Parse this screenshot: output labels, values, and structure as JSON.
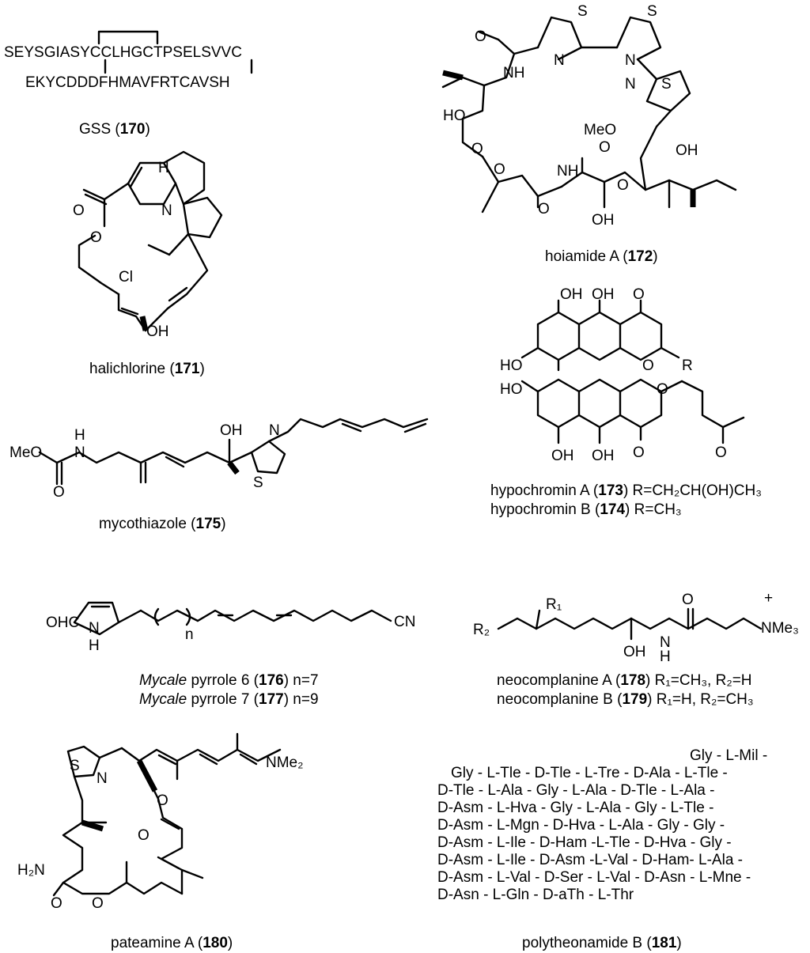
{
  "compounds": {
    "c170": {
      "seq1": "SEYSGIASYCCLHGCTPSELSVVC",
      "seq2": "EKYCDDDFHMAVFRTCAVSH",
      "name": "GSS (",
      "num": "170",
      "close": ")"
    },
    "c171": {
      "name": "halichlorine (",
      "num": "171",
      "close": ")"
    },
    "c172": {
      "name": "hoiamide A  (",
      "num": "172",
      "close": ")"
    },
    "c173": {
      "name": "hypochromin A (",
      "num": "173",
      "rest": ") R=CH₂CH(OH)CH₃"
    },
    "c174": {
      "name": "hypochromin B (",
      "num": "174",
      "rest": ") R=CH₃"
    },
    "c175": {
      "name": "mycothiazole (",
      "num": "175",
      "close": ")"
    },
    "c176": {
      "italic": "Mycale",
      "name": " pyrrole 6 (",
      "num": "176",
      "rest": ") n=7"
    },
    "c177": {
      "italic": "Mycale",
      "name": " pyrrole 7 (",
      "num": "177",
      "rest": ") n=9"
    },
    "c178": {
      "name": "neocomplanine A (",
      "num": "178",
      "rest": ") R₁=CH₃, R₂=H"
    },
    "c179": {
      "name": "neocomplanine B (",
      "num": "179",
      "rest": ") R₁=H, R₂=CH₃"
    },
    "c180": {
      "name": "pateamine A (",
      "num": "180",
      "close": ")"
    },
    "c181": {
      "name": "polytheonamide B (",
      "num": "181",
      "close": ")",
      "lines": [
        "Gly - L-Mil -",
        "Gly -  L-Tle -   D-Tle -  L-Tre - D-Ala -  L-Tle -",
        "D-Tle -  L-Ala -     Gly -  L-Ala - D-Tle -  L-Ala -",
        "D-Asm - L-Hva -    Gly -  L-Ala -   Gly -  L-Tle -",
        "D-Asm - L-Mgn - D-Hva - L-Ala -  Gly -   Gly -",
        "D-Asm - L-Ile -    D-Ham -L-Tle - D-Hva -  Gly -",
        "D-Asm - L-Ile -     D-Asm -L-Val - D-Ham- L-Ala -",
        "D-Asm - L-Val -   D-Ser -  L-Val - D-Asn - L-Mne -",
        "D-Asn -  L-Gln -  D-aTh - L-Thr"
      ]
    }
  },
  "atom_labels": {
    "H": "H",
    "N": "N",
    "O": "O",
    "Cl": "Cl",
    "OH": "OH",
    "HO": "HO",
    "S": "S",
    "NH": "NH",
    "MeO": "MeO",
    "R": "R",
    "R1": "R₁",
    "R2": "R₂",
    "NMe3": "NMe₃",
    "plus": "+",
    "NMe2": "NMe₂",
    "H2N": "H₂N",
    "OHC": "OHC",
    "CN": "CN",
    "n": "n"
  }
}
